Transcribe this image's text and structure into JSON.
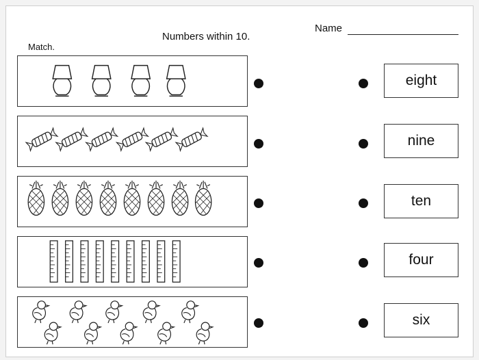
{
  "header": {
    "title": "Numbers within 10.",
    "name_label": "Name",
    "instruction": "Match."
  },
  "picture_rows": [
    {
      "icon": "lamp-icon",
      "count": 4
    },
    {
      "icon": "candy-icon",
      "count": 6
    },
    {
      "icon": "pineapple-icon",
      "count": 8
    },
    {
      "icon": "ruler-icon",
      "count": 9
    },
    {
      "icon": "chick-icon",
      "count": 10
    }
  ],
  "words": [
    "eight",
    "nine",
    "ten",
    "four",
    "six"
  ],
  "colors": {
    "ink": "#111111",
    "page": "#ffffff"
  }
}
